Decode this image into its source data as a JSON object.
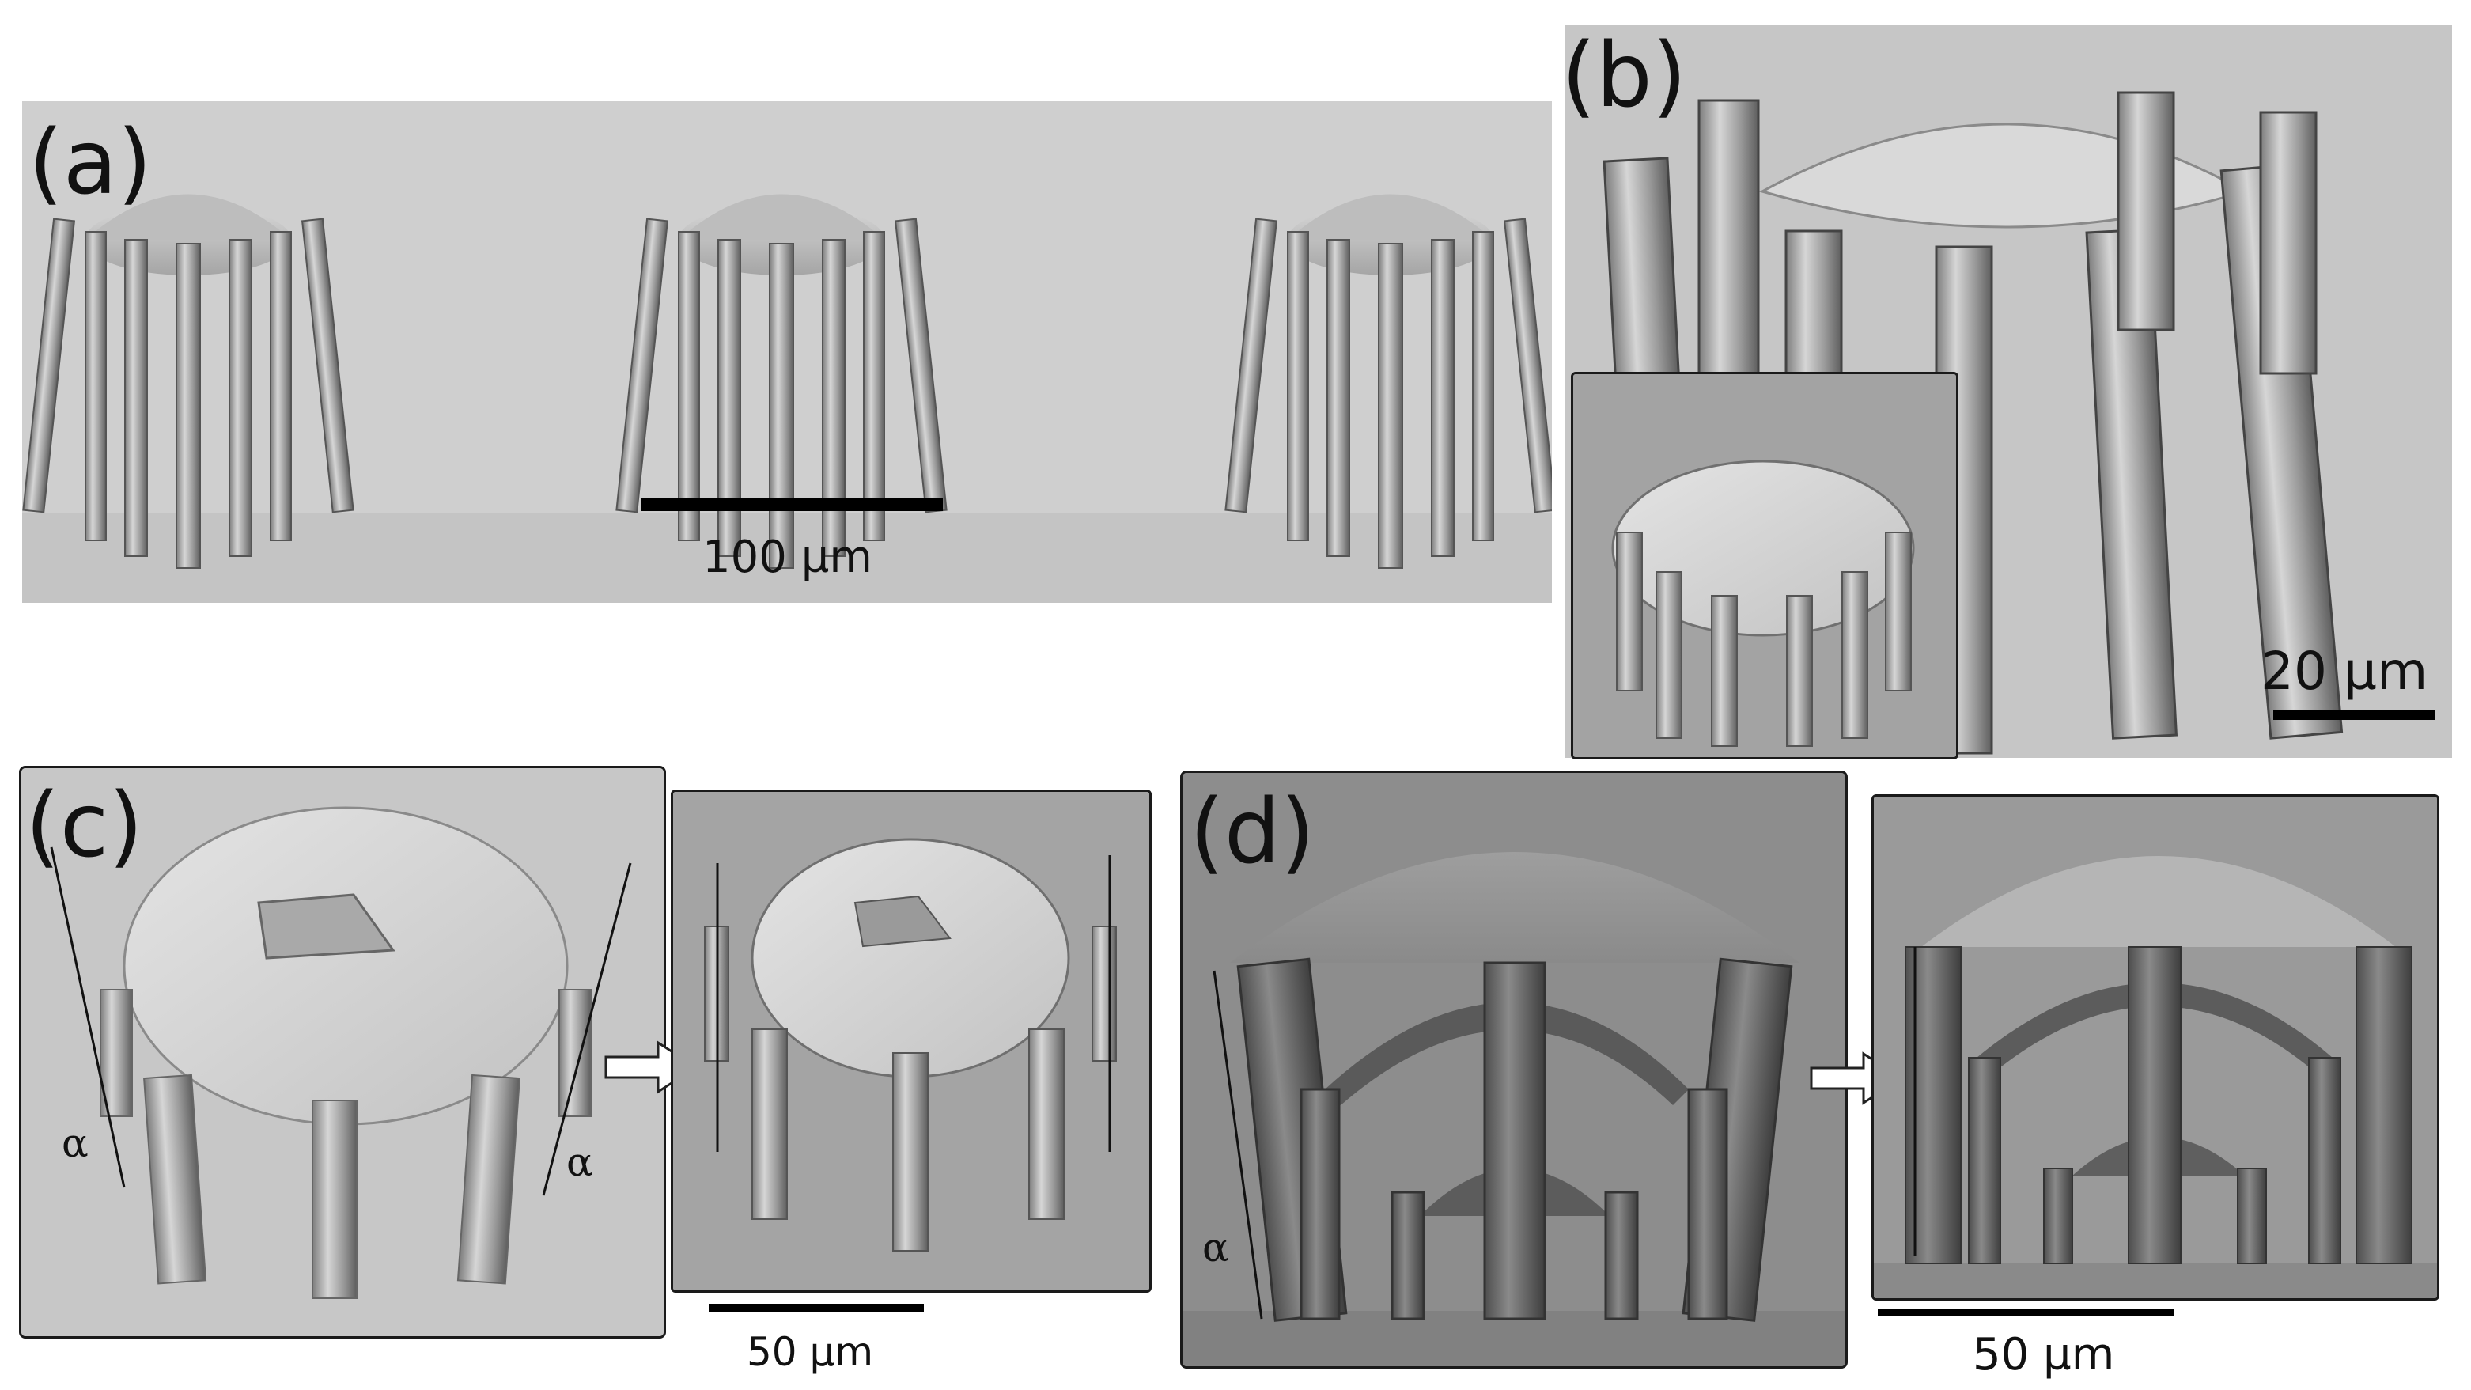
{
  "figure": {
    "panels": [
      {
        "id": "a",
        "label": "(a)",
        "scale_text": "100 µm"
      },
      {
        "id": "b",
        "label": "(b)",
        "scale_text": "20 µm"
      },
      {
        "id": "c",
        "label": "(c)",
        "scale_text": "50 µm",
        "angle_labels": [
          "α",
          "α"
        ]
      },
      {
        "id": "d",
        "label": "(d)",
        "scale_text": "50 µm",
        "angle_labels": [
          "α"
        ]
      }
    ]
  }
}
